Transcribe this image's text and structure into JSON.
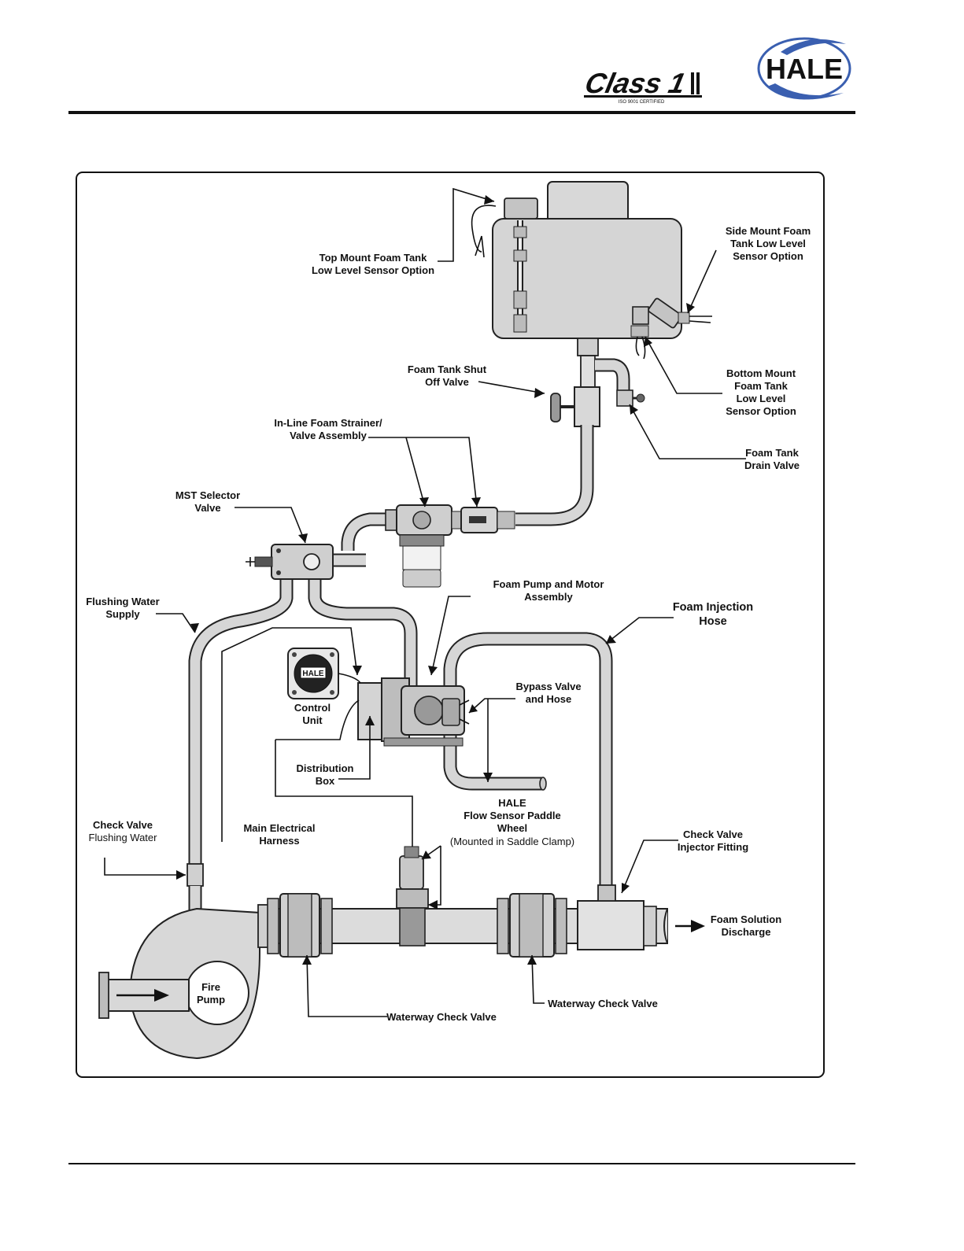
{
  "header": {
    "class1_logo_text": "Class 1",
    "class1_logo_subtext": "ISO 9001 CERTIFIED",
    "hale_logo_text": "HALE"
  },
  "diagram": {
    "labels": {
      "top_mount_l1": "Top Mount Foam Tank",
      "top_mount_l2": "Low Level Sensor Option",
      "side_mount_l1": "Side Mount Foam",
      "side_mount_l2": "Tank Low Level",
      "side_mount_l3": "Sensor Option",
      "shutoff_l1": "Foam Tank Shut",
      "shutoff_l2": "Off Valve",
      "bottom_mount_l1": "Bottom Mount",
      "bottom_mount_l2": "Foam Tank",
      "bottom_mount_l3": "Low Level",
      "bottom_mount_l4": "Sensor Option",
      "strainer_l1": "In-Line Foam Strainer/",
      "strainer_l2": "Valve Assembly",
      "drain_l1": "Foam Tank",
      "drain_l2": "Drain Valve",
      "mst_l1": "MST Selector",
      "mst_l2": "Valve",
      "pump_motor_l1": "Foam Pump and Motor",
      "pump_motor_l2": "Assembly",
      "flushing_l1": "Flushing Water",
      "flushing_l2": "Supply",
      "injection_l1": "Foam Injection",
      "injection_l2": "Hose",
      "control_l1": "Control",
      "control_l2": "Unit",
      "bypass_l1": "Bypass Valve",
      "bypass_l2": "and Hose",
      "distribution_l1": "Distribution",
      "distribution_l2": "Box",
      "flow_l1": "HALE",
      "flow_l2": "Flow Sensor Paddle",
      "flow_l3": "Wheel",
      "flow_l4": "(Mounted in Saddle Clamp)",
      "check_flush_l1": "Check Valve",
      "check_flush_l2": "Flushing Water",
      "harness_l1": "Main Electrical",
      "harness_l2": "Harness",
      "check_inj_l1": "Check Valve",
      "check_inj_l2": "Injector Fitting",
      "discharge_l1": "Foam Solution",
      "discharge_l2": "Discharge",
      "fire_pump_l1": "Fire",
      "fire_pump_l2": "Pump",
      "waterway_left": "Waterway Check Valve",
      "waterway_right": "Waterway Check Valve",
      "control_display": "HALE"
    }
  }
}
